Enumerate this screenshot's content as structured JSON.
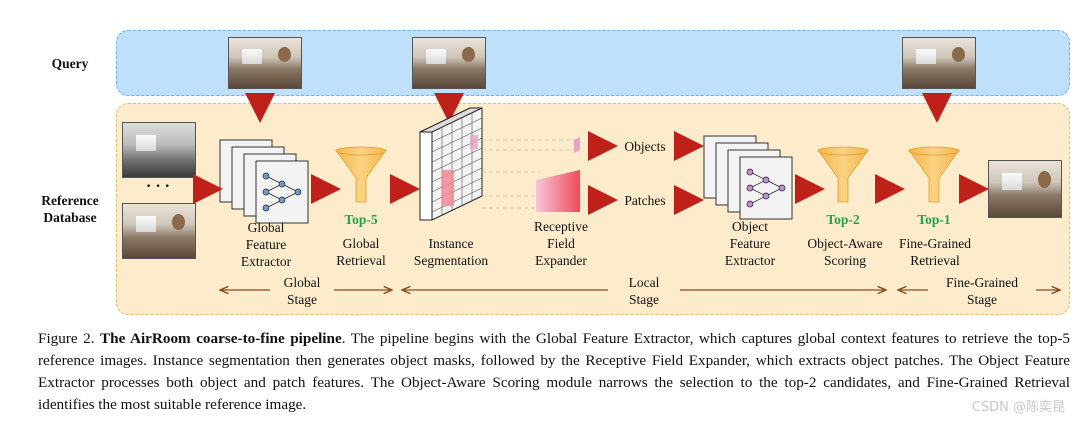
{
  "side_labels": {
    "query": "Query",
    "reference_database": "Reference\nDatabase"
  },
  "ellipsis": "· · ·",
  "modules": {
    "global_feature_extractor": "Global\nFeature\nExtractor",
    "global_retrieval": "Global\nRetrieval",
    "instance_segmentation": "Instance\nSegmentation",
    "receptive_field_expander": "Receptive\nField\nExpander",
    "objects": "Objects",
    "patches": "Patches",
    "object_feature_extractor": "Object\nFeature\nExtractor",
    "object_aware_scoring": "Object-Aware\nScoring",
    "fine_grained_retrieval": "Fine-Grained\nRetrieval"
  },
  "top_k": {
    "top5": "Top-5",
    "top2": "Top-2",
    "top1": "Top-1"
  },
  "stages": {
    "global": "Global\nStage",
    "local": "Local\nStage",
    "fine_grained": "Fine-Grained\nStage"
  },
  "caption": {
    "prefix": "Figure 2. ",
    "bold_title": "The AirRoom coarse-to-fine pipeline",
    "body": ". The pipeline begins with the Global Feature Extractor, which captures global context features to retrieve the top-5 reference images. Instance segmentation then generates object masks, followed by the Receptive Field Expander, which extracts object patches. The Object Feature Extractor processes both object and patch features. The Object-Aware Scoring module narrows the selection to the top-2 candidates, and Fine-Grained Retrieval identifies the most suitable reference image."
  },
  "watermark": "CSDN @陈奕昆",
  "colors": {
    "arrow": "#c0201a",
    "funnel": "#f7c15a",
    "stage_line": "#8b4a1e",
    "green": "#1aa64a"
  }
}
